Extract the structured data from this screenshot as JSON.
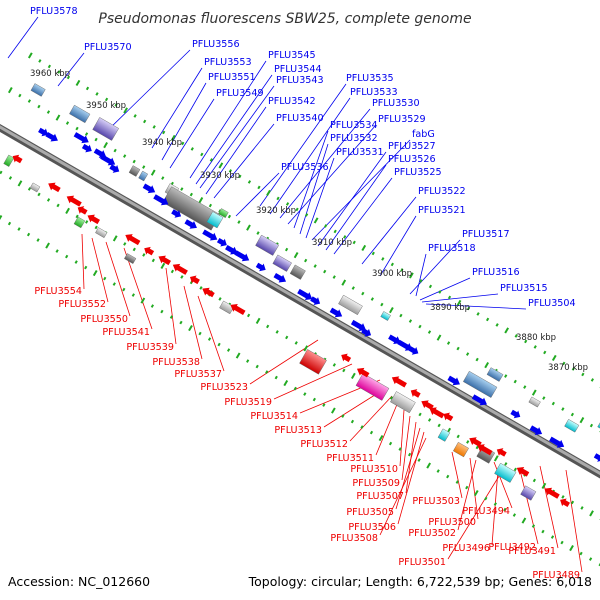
{
  "header": {
    "title": "Pseudomonas fluorescens SBW25, complete genome"
  },
  "footer": {
    "accession": "Accession: NC_012660",
    "stats": "Topology: circular; Length: 6,722,539 bp; Genes: 6,018"
  },
  "colors": {
    "forward_gene": "#0000ee",
    "reverse_gene": "#ee0000",
    "backbone": "#888888",
    "tick": "#22aa22"
  },
  "kbp_ticks": [
    "3960 kbp",
    "3950 kbp",
    "3940 kbp",
    "3930 kbp",
    "3920 kbp",
    "3910 kbp",
    "3900 kbp",
    "3890 kbp",
    "3880 kbp",
    "3870 kbp"
  ],
  "forward_labels": [
    "PFLU3578",
    "PFLU3570",
    "PFLU3556",
    "PFLU3553",
    "PFLU3551",
    "PFLU3549",
    "PFLU3545",
    "PFLU3544",
    "PFLU3543",
    "PFLU3542",
    "PFLU3540",
    "PFLU3536",
    "PFLU3535",
    "PFLU3533",
    "PFLU3530",
    "PFLU3529",
    "PFLU3534",
    "PFLU3532",
    "PFLU3531",
    "fabG",
    "PFLU3527",
    "PFLU3526",
    "PFLU3525",
    "PFLU3522",
    "PFLU3521",
    "PFLU3517",
    "PFLU3518",
    "PFLU3516",
    "PFLU3515",
    "PFLU3504"
  ],
  "reverse_labels": [
    "PFLU3554",
    "PFLU3552",
    "PFLU3550",
    "PFLU3541",
    "PFLU3539",
    "PFLU3538",
    "PFLU3537",
    "PFLU3523",
    "PFLU3519",
    "PFLU3514",
    "PFLU3513",
    "PFLU3512",
    "PFLU3511",
    "PFLU3510",
    "PFLU3509",
    "PFLU3507",
    "PFLU3505",
    "PFLU3506",
    "PFLU3508",
    "PFLU3503",
    "PFLU3500",
    "PFLU3502",
    "PFLU3494",
    "PFLU3496",
    "PFLU3501",
    "PFLU3492",
    "PFLU3491",
    "PFLU3489"
  ]
}
